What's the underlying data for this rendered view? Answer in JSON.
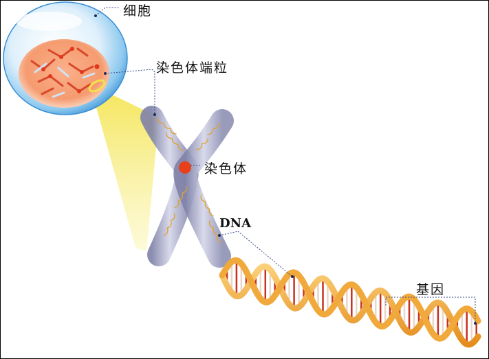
{
  "labels": {
    "cell": "细胞",
    "telomere": "染色体端粒",
    "chromosome": "染色体",
    "dna": "DNA",
    "gene": "基因"
  },
  "colors": {
    "cell_membrane": "#4da6e6",
    "nucleus": "#f08a50",
    "chromatin": "#d9482b",
    "beam": "#f7e85a",
    "chromosome": "#a7a9c6",
    "centromere": "#e8401a",
    "dna_backbone": "#f2a531",
    "dna_rungs": "#c7301f",
    "leader_line": "#3a4a8a"
  }
}
